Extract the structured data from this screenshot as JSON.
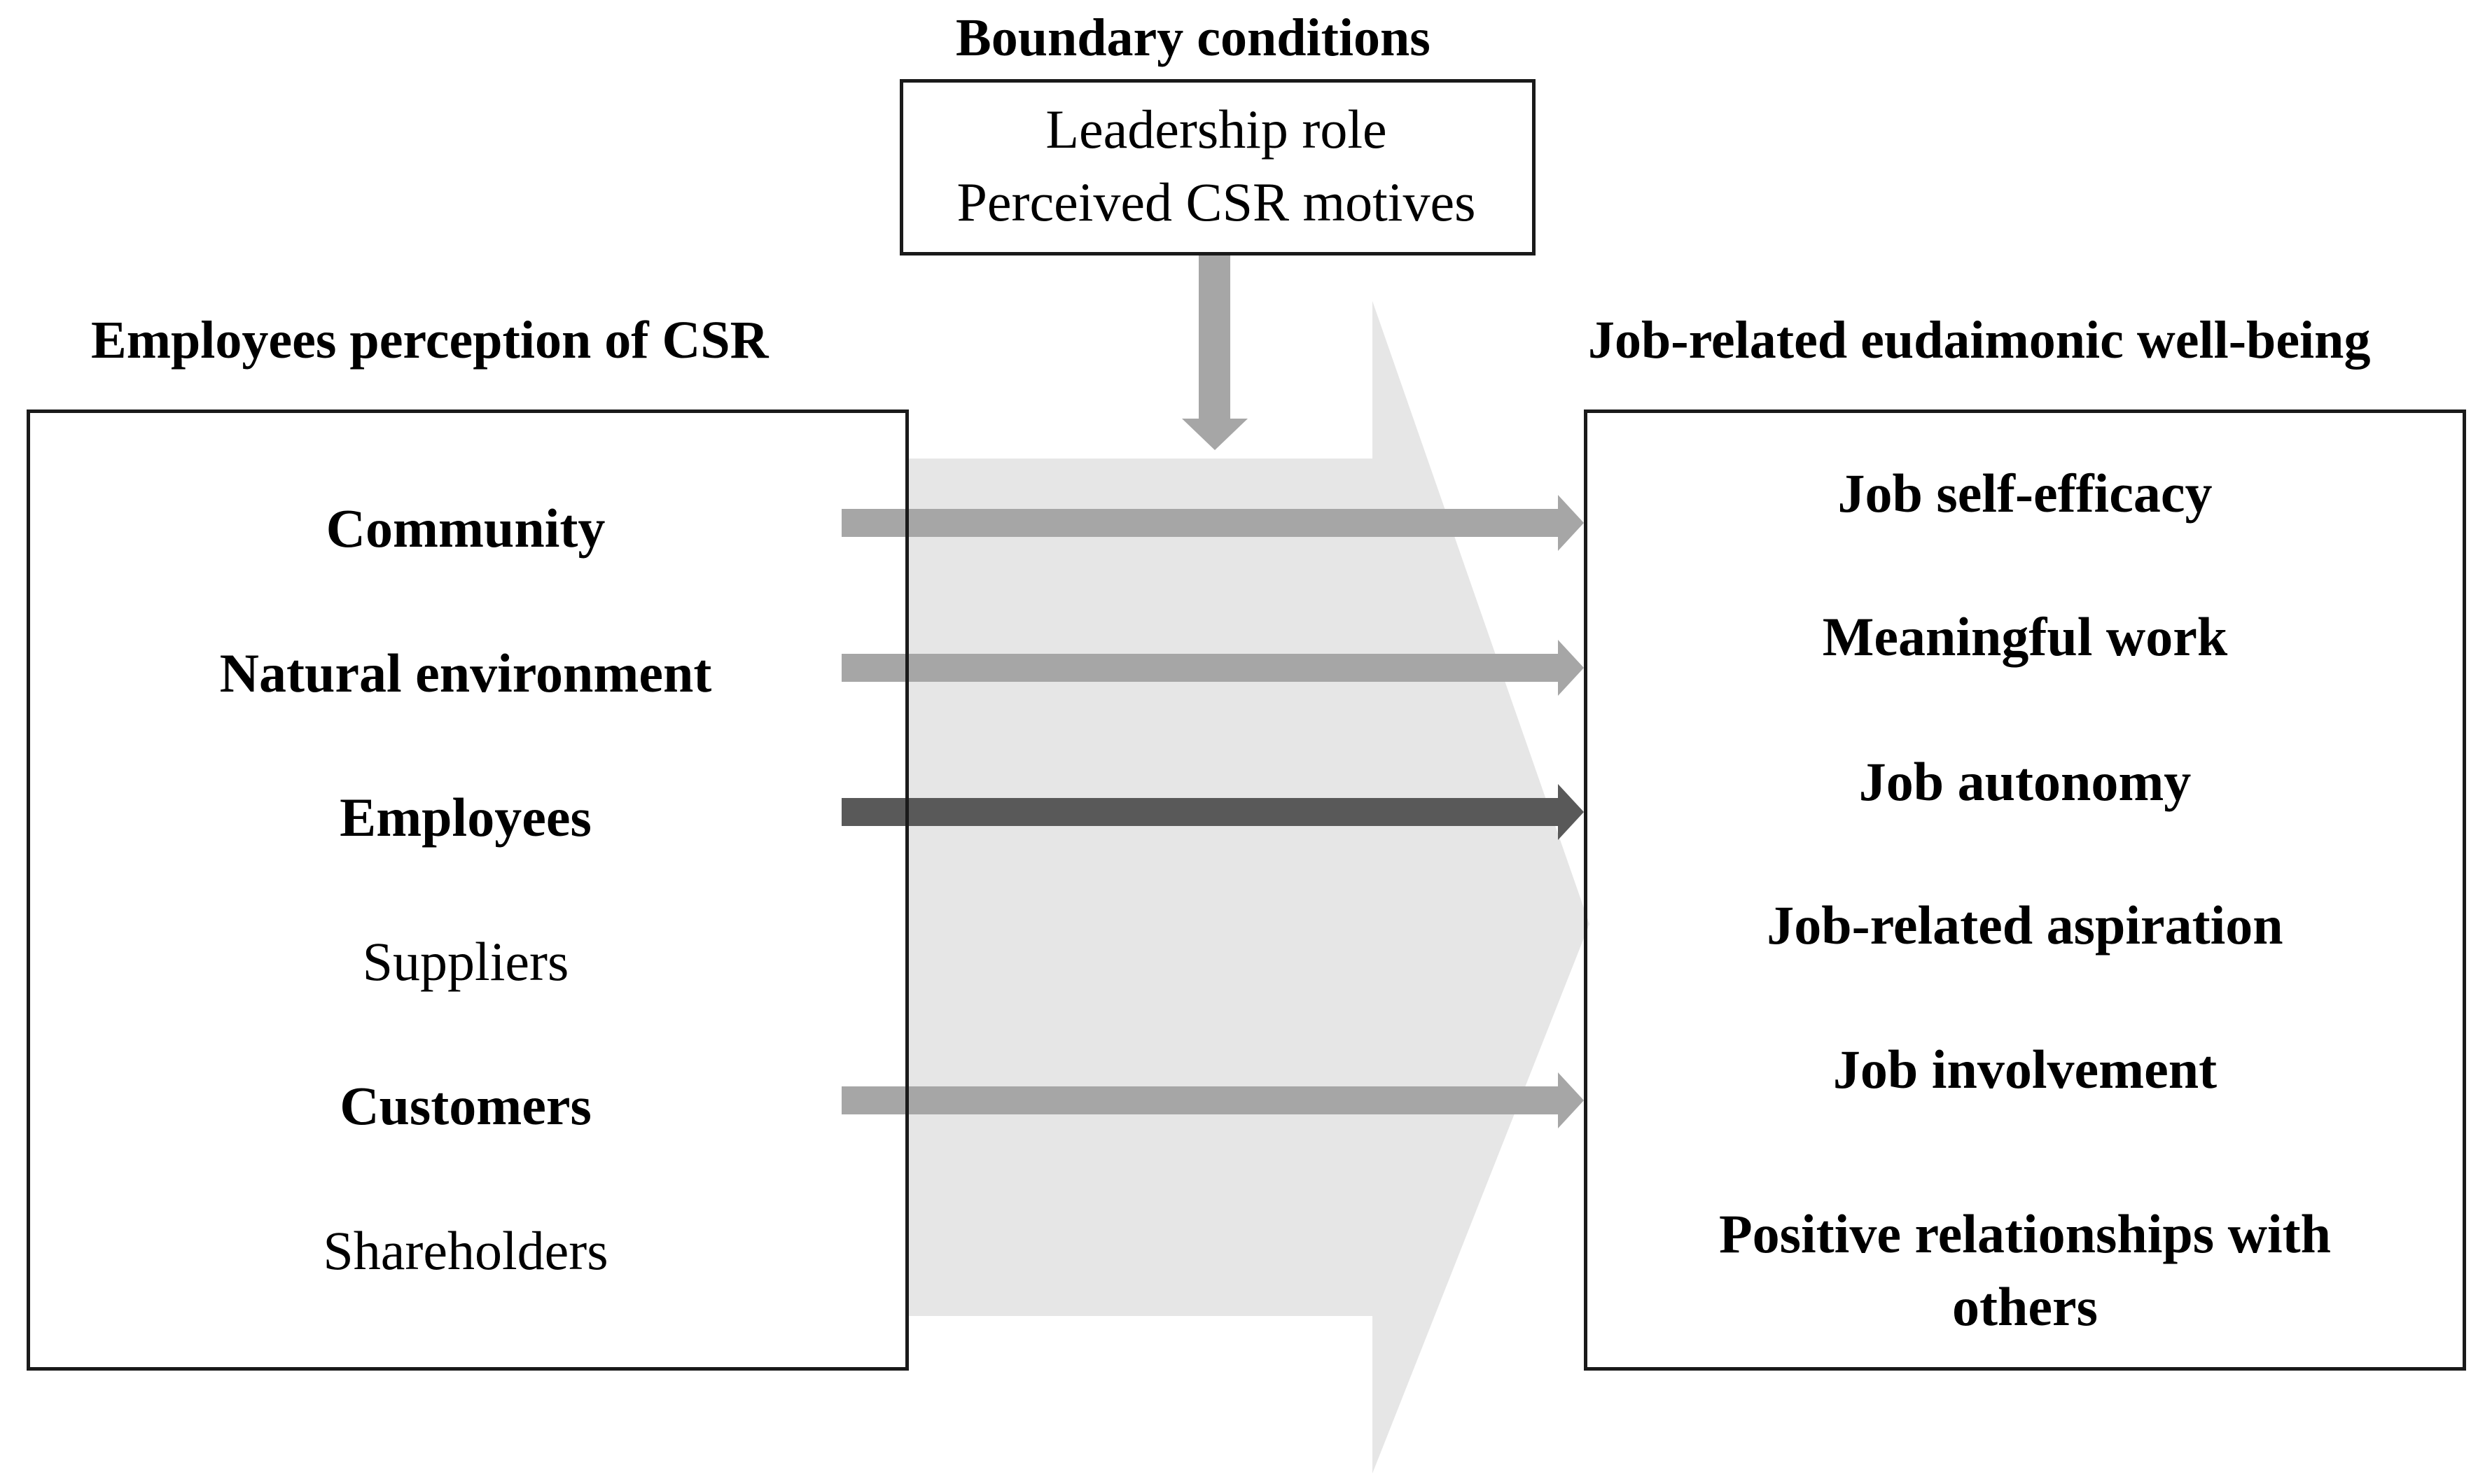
{
  "boundary": {
    "title": "Boundary conditions",
    "items": [
      "Leadership role",
      "Perceived CSR motives"
    ]
  },
  "left": {
    "title": "Employees perception of CSR",
    "items": [
      {
        "label": "Community",
        "bold": true
      },
      {
        "label": "Natural environment",
        "bold": true
      },
      {
        "label": "Employees",
        "bold": true
      },
      {
        "label": "Suppliers",
        "bold": false
      },
      {
        "label": "Customers",
        "bold": true
      },
      {
        "label": "Shareholders",
        "bold": false
      }
    ]
  },
  "right": {
    "title": "Job-related eudaimonic well-being",
    "items": [
      {
        "label": "Job self-efficacy"
      },
      {
        "label": "Meaningful work"
      },
      {
        "label": "Job autonomy"
      },
      {
        "label": "Job-related aspiration"
      },
      {
        "label": "Job involvement"
      },
      {
        "label": "Positive relationships with others"
      }
    ]
  },
  "colors": {
    "big_arrow": "#e6e6e6",
    "light_arrow": "#a6a6a6",
    "dark_arrow": "#595959",
    "border": "#1a1a1a"
  },
  "links": [
    {
      "from": "Community",
      "strength": "light"
    },
    {
      "from": "Natural environment",
      "strength": "light"
    },
    {
      "from": "Employees",
      "strength": "strong"
    },
    {
      "from": "Customers",
      "strength": "light"
    }
  ]
}
